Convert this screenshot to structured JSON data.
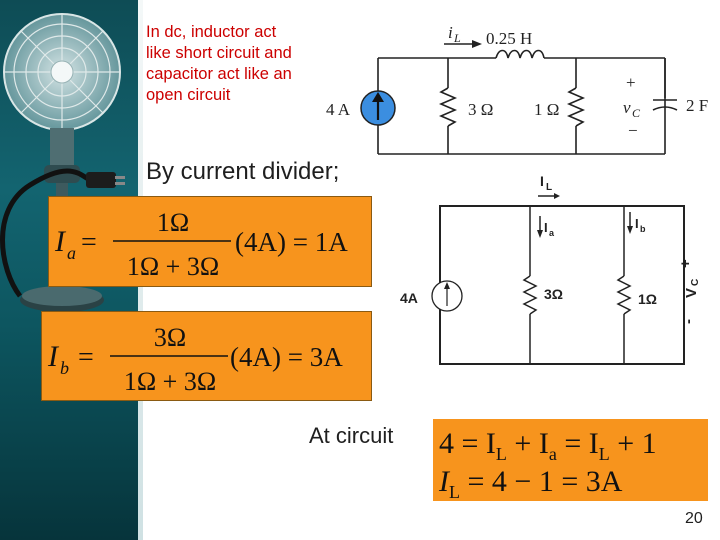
{
  "intro": {
    "lines": [
      "In dc, inductor act",
      "like short circuit and",
      "capacitor act like an",
      "open circuit"
    ]
  },
  "top_circuit": {
    "current_label": "i",
    "current_sub": "L",
    "inductor": "0.25 H",
    "source": "4 A",
    "r1": "3 Ω",
    "r2": "1 Ω",
    "vc_plus": "+",
    "vc_label": "v",
    "vc_sub": "C",
    "vc_minus": "−",
    "capacitor": "2 F"
  },
  "divider_title": "By current divider;",
  "eq_a": {
    "lhs": "I",
    "sub": "a",
    "num": "1Ω",
    "den": "1Ω + 3Ω",
    "rhs": "(4A) = 1A"
  },
  "eq_b": {
    "lhs": "I",
    "sub": "b",
    "num": "3Ω",
    "den": "1Ω + 3Ω",
    "rhs": "(4A) = 3A"
  },
  "dc_circuit": {
    "il": "I",
    "il_sub": "L",
    "ia": "I",
    "ia_sub": "a",
    "ib": "I",
    "ib_sub": "b",
    "source": "4A",
    "r1": "3Ω",
    "r2": "1Ω",
    "plus": "+",
    "vc": "V",
    "vc_sub": "C",
    "minus": "-"
  },
  "at_circuit": "At circuit",
  "kvl": {
    "line1": {
      "a": "4 = I",
      "a_sub": "L",
      "b": " + I",
      "b_sub": "a",
      "c": " = I",
      "c_sub": "L",
      "d": " + 1"
    },
    "line2": {
      "a": "I",
      "a_sub": "L",
      "b": " = 4 − 1 = 3A"
    }
  },
  "page_number": "20",
  "colors": {
    "equation_bg": "#f7941d",
    "intro_text": "#cc0000",
    "sidebar": "#0e4c55",
    "source_fill": "#3b8ee0"
  }
}
